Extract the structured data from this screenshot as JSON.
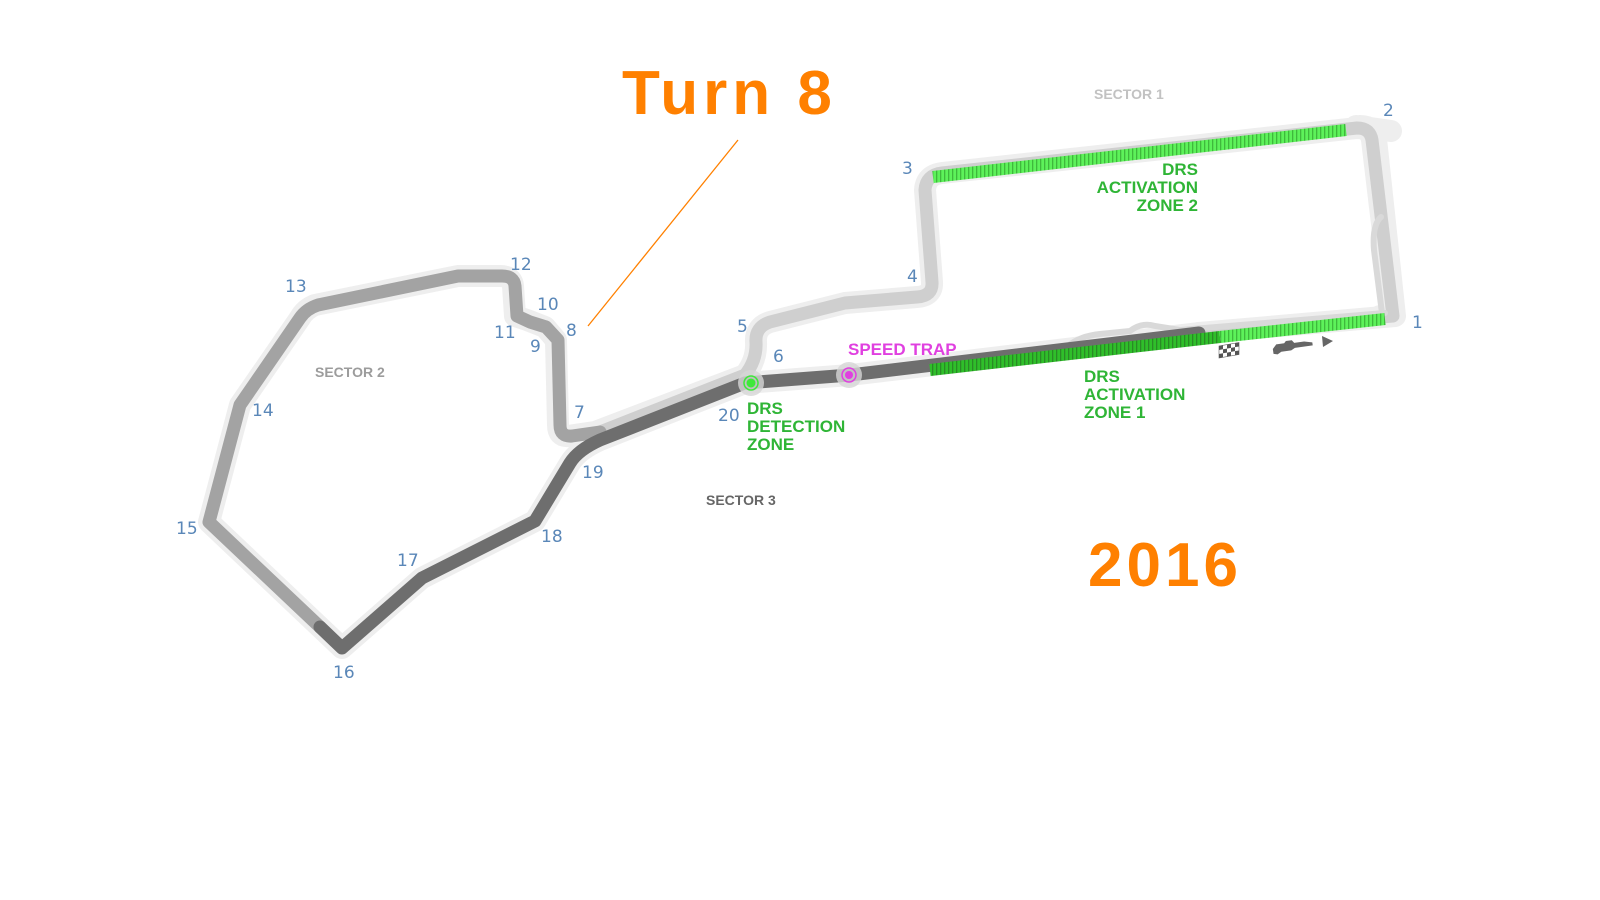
{
  "title": "Turn 8",
  "year": "2016",
  "colors": {
    "accent_orange": "#ff8000",
    "turn_number": "#5a87b8",
    "sector1_track": "#cfcfcf",
    "sector2_track": "#a3a3a3",
    "sector3_track": "#6e6e6e",
    "track_outline": "#eeeeee",
    "drs_light": "#5df25a",
    "drs_dark": "#2fbf2a",
    "drs_label": "#2fb536",
    "speed_trap": "#e040e0",
    "detection_point": "#3ee83a"
  },
  "sectors": {
    "s1": "SECTOR 1",
    "s2": "SECTOR 2",
    "s3": "SECTOR 3"
  },
  "turns": [
    "1",
    "2",
    "3",
    "4",
    "5",
    "6",
    "7",
    "8",
    "9",
    "10",
    "11",
    "12",
    "13",
    "14",
    "15",
    "16",
    "17",
    "18",
    "19",
    "20"
  ],
  "drs_zone_2": [
    "DRS",
    "ACTIVATION",
    "ZONE 2"
  ],
  "drs_zone_1": [
    "DRS",
    "ACTIVATION",
    "ZONE 1"
  ],
  "drs_detection": [
    "DRS",
    "DETECTION",
    "ZONE"
  ],
  "speed_trap": "SPEED TRAP",
  "icons": {
    "start_finish": "checkered-flag-icon",
    "car": "car-icon",
    "direction": "direction-arrow-icon"
  },
  "highlighted_turn": "8"
}
